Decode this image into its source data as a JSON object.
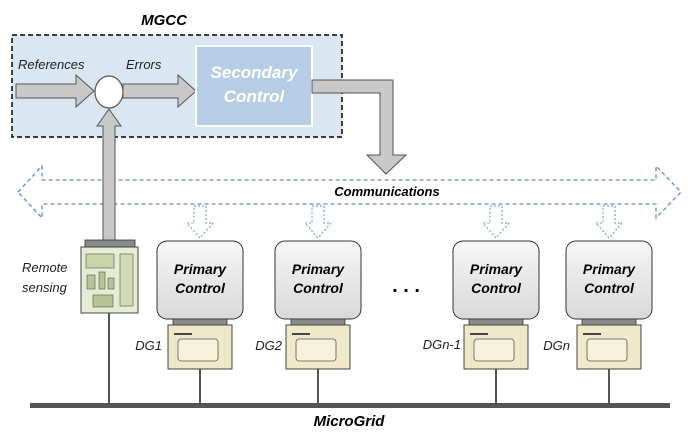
{
  "mgcc": {
    "title": "MGCC",
    "references_label": "References",
    "errors_label": "Errors",
    "secondary_line1": "Secondary",
    "secondary_line2": "Control"
  },
  "communications": {
    "label": "Communications"
  },
  "remote_sensing": {
    "line1": "Remote",
    "line2": "sensing"
  },
  "units": [
    {
      "primary_line1": "Primary",
      "primary_line2": "Control",
      "dg_label": "DG1"
    },
    {
      "primary_line1": "Primary",
      "primary_line2": "Control",
      "dg_label": "DG2"
    },
    {
      "primary_line1": "Primary",
      "primary_line2": "Control",
      "dg_label": "DGn-1"
    },
    {
      "primary_line1": "Primary",
      "primary_line2": "Control",
      "dg_label": "DGn"
    }
  ],
  "ellipsis": ". . .",
  "microgrid": {
    "label": "MicroGrid"
  },
  "colors": {
    "mgcc_fill": "#dbe6f3",
    "secondary_fill": "#b7cde6",
    "arrow_gray": "#c8c8c8",
    "primary_fill": "#e6e6e6",
    "comm_dash": "#5b8fd0",
    "dg_fill": "#efe9c9"
  }
}
